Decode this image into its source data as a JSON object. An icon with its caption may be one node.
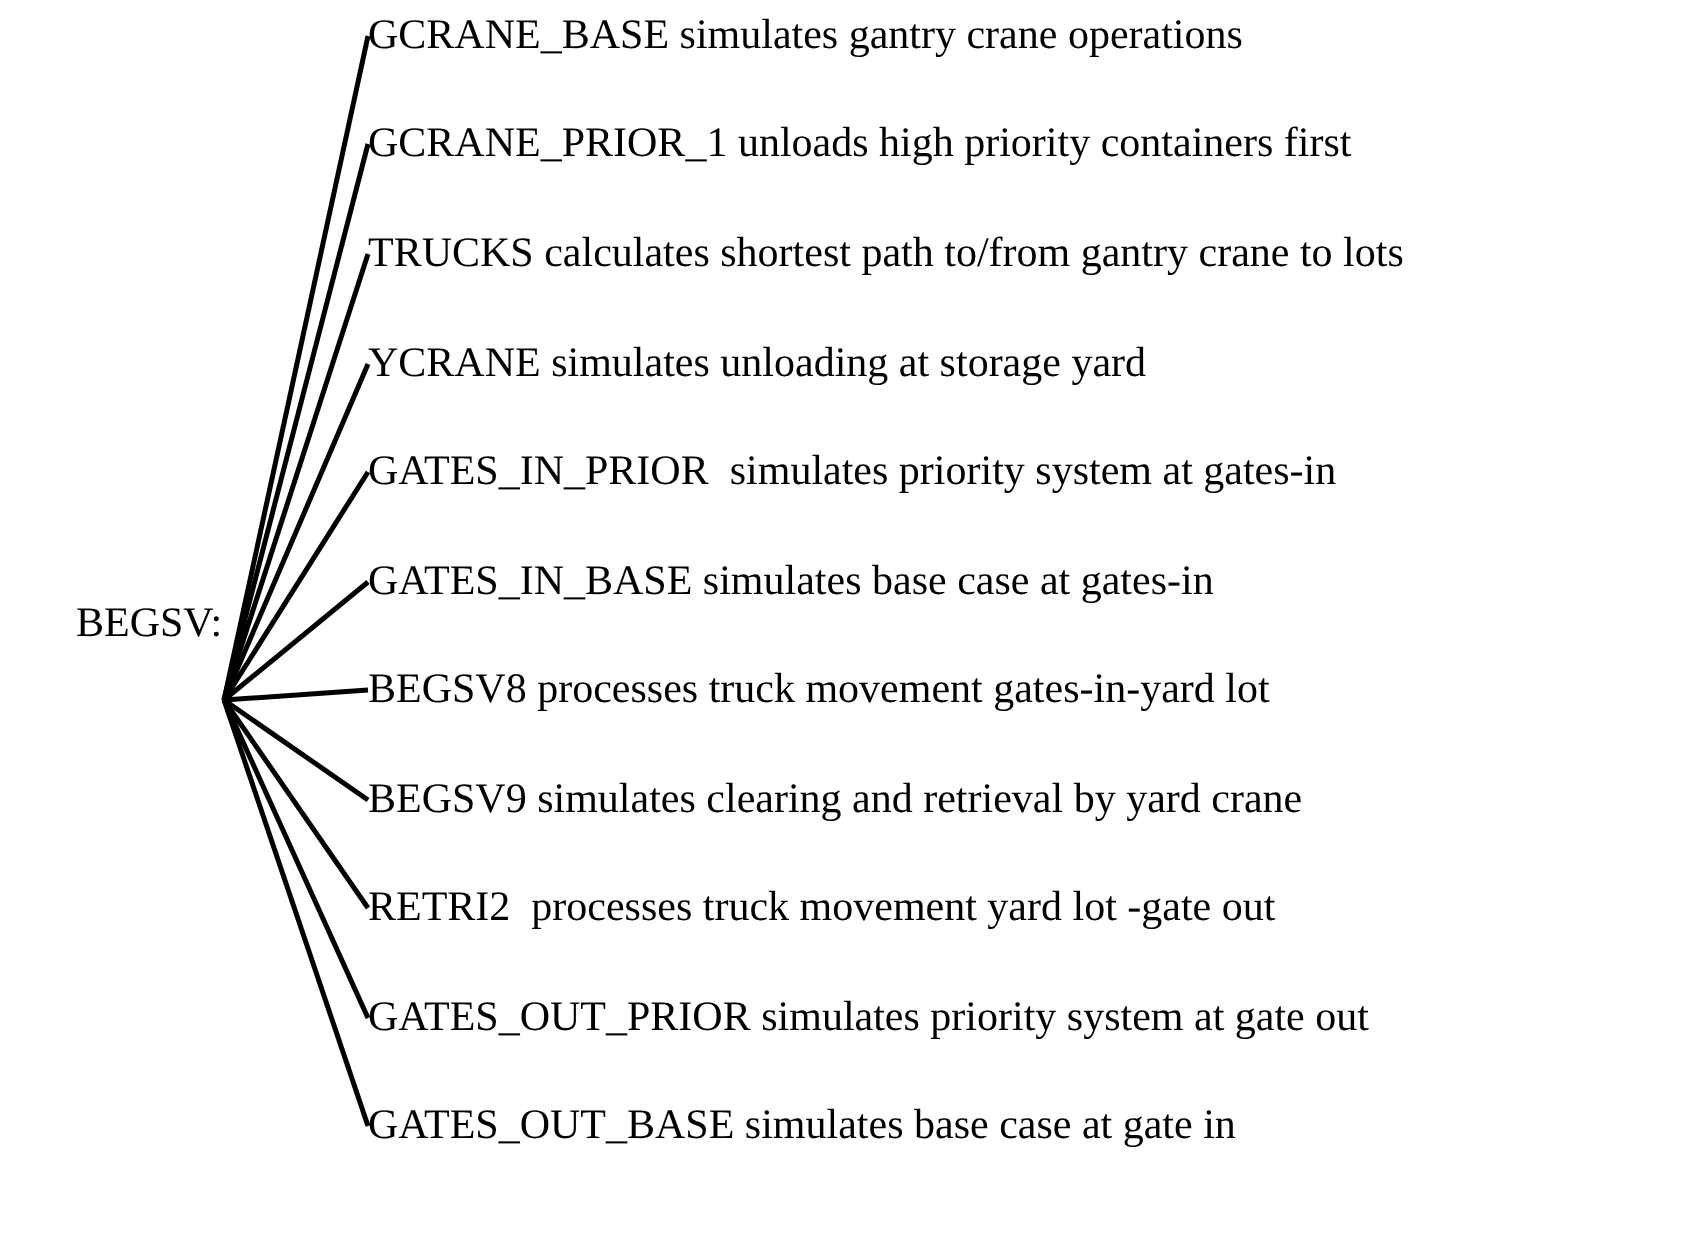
{
  "diagram": {
    "nodes": [
      {
        "text": [
          "BEGSV:"
        ]
      },
      {
        "text": [
          "GCRANE_BASE simulates gantry crane operations"
        ]
      },
      {
        "text": [
          "GCRANE_PRIOR_1 unloads high priority containers first"
        ]
      },
      {
        "text": [
          "TRUCKS calculates shortest path to/from gantry crane to lots"
        ]
      },
      {
        "text": [
          "YCRANE simulates unloading at storage yard"
        ]
      },
      {
        "text": [
          "GATES_IN_PRIOR  simulates priority system at gates-in"
        ]
      },
      {
        "text": [
          "GATES_IN_BASE simulates base case at gates-in"
        ]
      },
      {
        "text": [
          "BEGSV8 processes truck movement gates-in-yard lot"
        ]
      },
      {
        "text": [
          "BEGSV9 simulates clearing and retrieval by yard crane"
        ]
      },
      {
        "text": [
          "RETRI2  processes truck movement yard lot -gate out"
        ]
      },
      {
        "text": [
          "GATES_OUT_PRIOR simulates priority system at gate out"
        ]
      },
      {
        "text": [
          "GATES_OUT_BASE simulates base case at gate in"
        ]
      }
    ],
    "edges": [
      {
        "from": 0,
        "to": 1,
        "arrow": "none"
      },
      {
        "from": 0,
        "to": 2,
        "arrow": "none"
      },
      {
        "from": 0,
        "to": 3,
        "arrow": "none"
      },
      {
        "from": 0,
        "to": 4,
        "arrow": "none"
      },
      {
        "from": 0,
        "to": 5,
        "arrow": "none"
      },
      {
        "from": 0,
        "to": 6,
        "arrow": "none"
      },
      {
        "from": 0,
        "to": 7,
        "arrow": "none"
      },
      {
        "from": 0,
        "to": 8,
        "arrow": "none"
      },
      {
        "from": 0,
        "to": 9,
        "arrow": "none"
      },
      {
        "from": 0,
        "to": 10,
        "arrow": "none"
      },
      {
        "from": 0,
        "to": 11,
        "arrow": "none"
      }
    ]
  }
}
